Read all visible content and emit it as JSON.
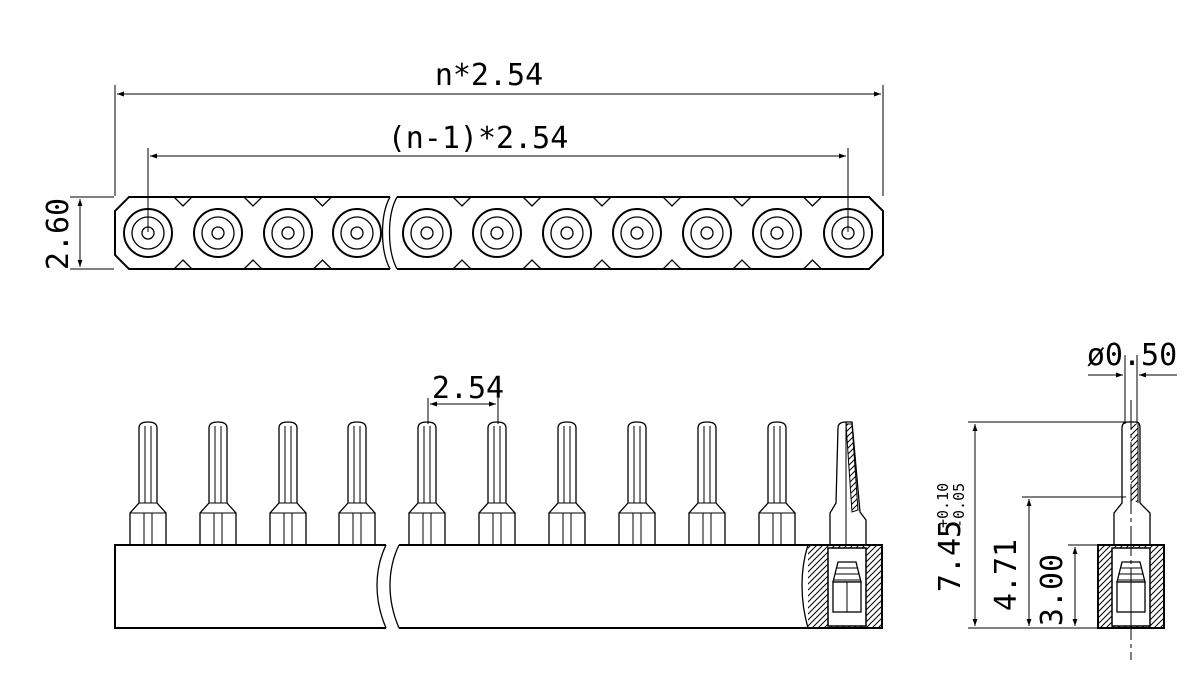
{
  "dimensions": {
    "overall_length": "n*2.54",
    "pin_span": "(n-1)*2.54",
    "body_width": "2.60",
    "pitch": "2.54",
    "pin_diameter": "ø0.50",
    "total_height": "7.45",
    "total_height_tol_upper": "+0.10",
    "total_height_tol_lower": "-0.05",
    "height_to_shoulder": "4.71",
    "body_height": "3.00"
  },
  "colors": {
    "line": "#000000",
    "background": "#ffffff"
  }
}
